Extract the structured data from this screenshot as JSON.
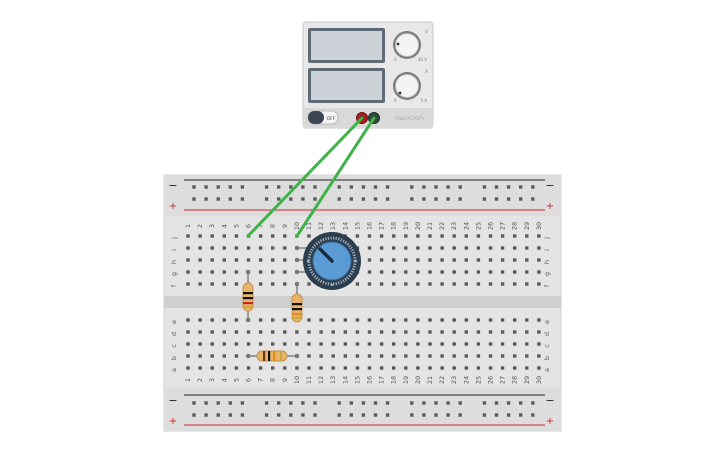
{
  "supply": {
    "voltage_display": "",
    "current_display": "",
    "switch_label": "OFF",
    "voltage_knob": {
      "min_label": "0",
      "max_label": "30 V",
      "unit_label": "V"
    },
    "current_knob": {
      "min_label": "0",
      "max_label": "5 A",
      "unit_label": "A"
    },
    "brand_label": "TINKERCAD"
  },
  "breadboard": {
    "columns": 30,
    "top_rows": [
      "j",
      "i",
      "h",
      "g",
      "f"
    ],
    "bottom_rows": [
      "e",
      "d",
      "c",
      "b",
      "a"
    ],
    "rail_minus": "−",
    "rail_plus": "+",
    "column_numbers": [
      "1",
      "2",
      "3",
      "4",
      "5",
      "6",
      "7",
      "8",
      "9",
      "10",
      "11",
      "12",
      "13",
      "14",
      "15",
      "16",
      "17",
      "18",
      "19",
      "20",
      "21",
      "22",
      "23",
      "24",
      "25",
      "26",
      "27",
      "28",
      "29",
      "30"
    ]
  },
  "components": {
    "wire_color": "#3fb34a",
    "resistor_body_color": "#e7b46a",
    "potentiometer_color": "#5b9bd5"
  }
}
